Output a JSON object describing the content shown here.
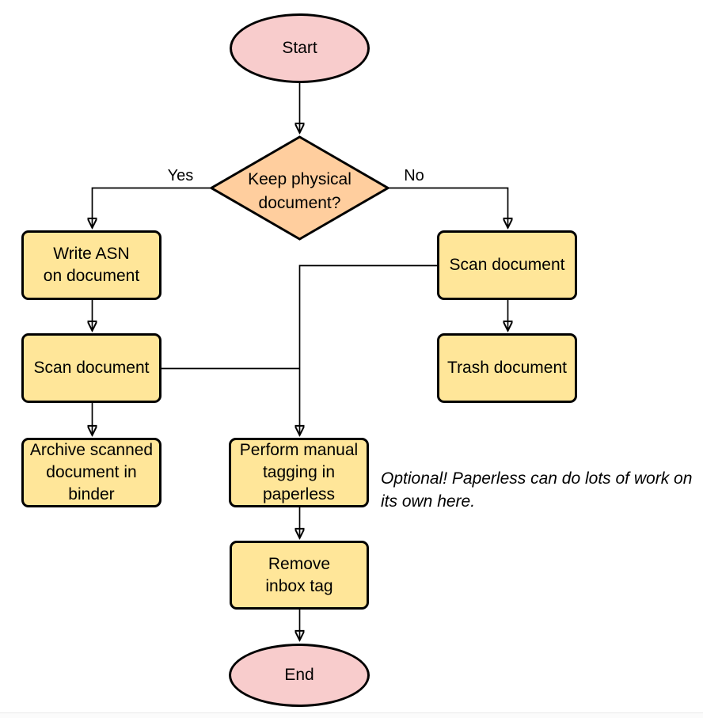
{
  "nodes": {
    "start": {
      "label": "Start"
    },
    "decision": {
      "label": "Keep physical\ndocument?"
    },
    "write_asn": {
      "label": "Write ASN\non document"
    },
    "scan_left": {
      "label": "Scan document"
    },
    "archive": {
      "label": "Archive scanned\ndocument in\nbinder"
    },
    "scan_right": {
      "label": "Scan document"
    },
    "trash": {
      "label": "Trash document"
    },
    "tagging": {
      "label": "Perform manual\ntagging in\npaperless"
    },
    "remove_inbox": {
      "label": "Remove\ninbox tag"
    },
    "end": {
      "label": "End"
    }
  },
  "edge_labels": {
    "yes": "Yes",
    "no": "No"
  },
  "note": {
    "text": "Optional! Paperless can do lots of work on\nits own here."
  },
  "colors": {
    "terminator_fill": "#F8CCCC",
    "decision_fill": "#FFCE9E",
    "process_fill": "#FFE699",
    "stroke": "#000000"
  }
}
